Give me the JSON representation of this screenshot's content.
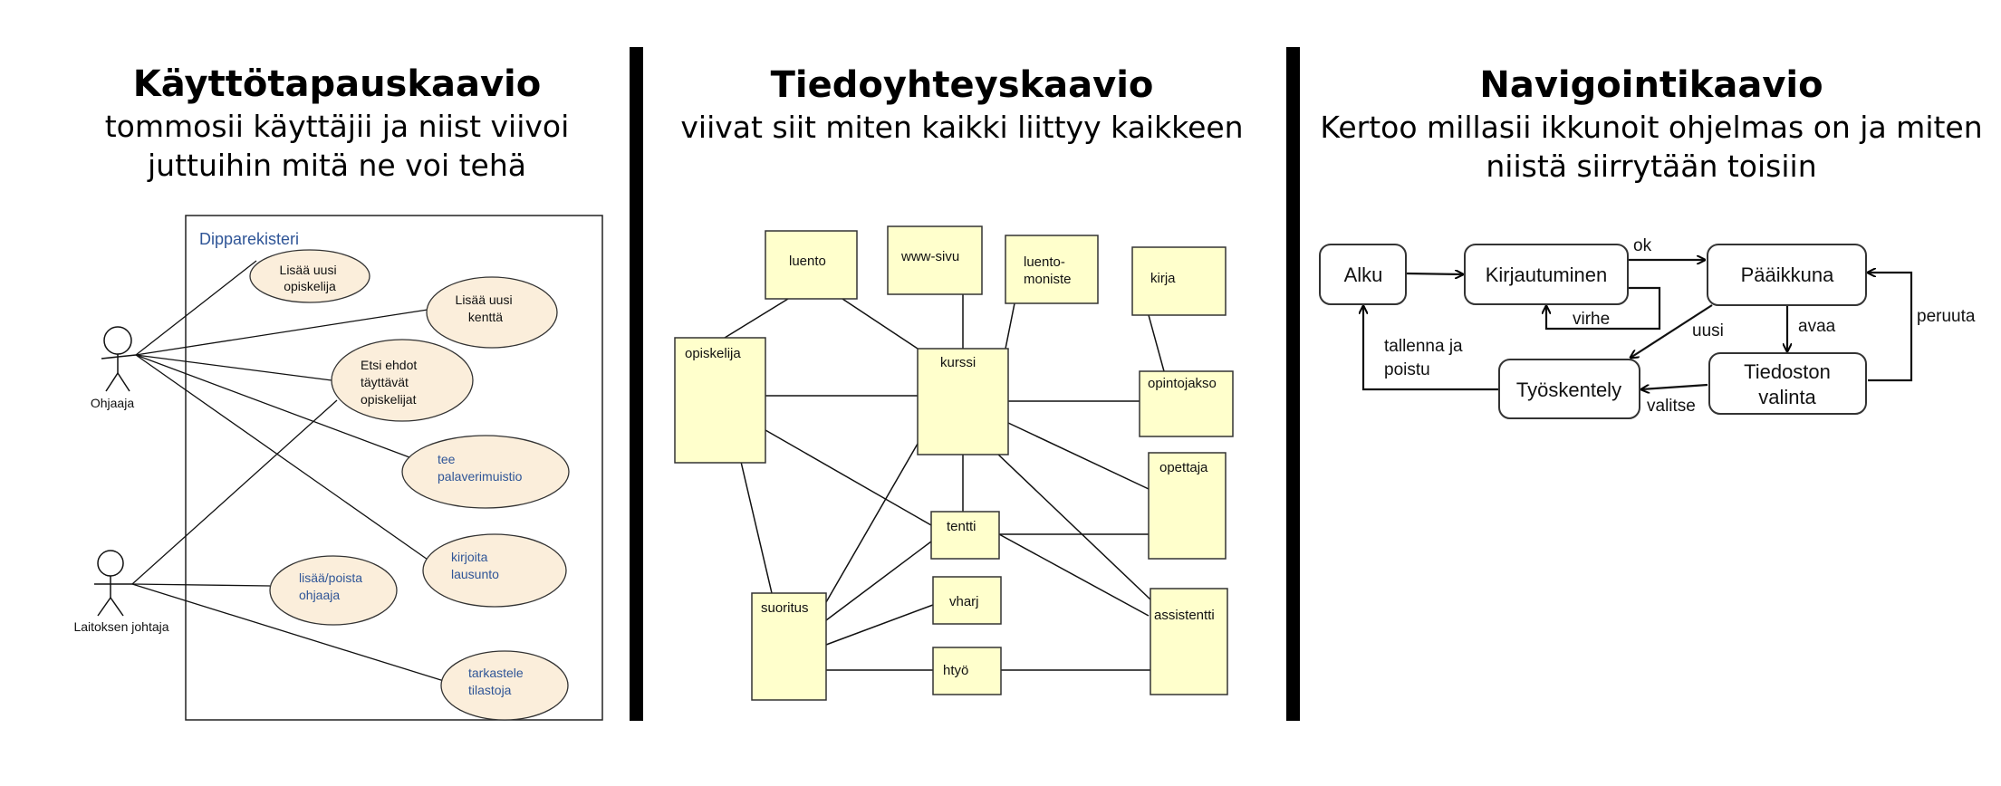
{
  "panels": {
    "usecase": {
      "title": "Käyttötapauskaavio",
      "subtitle_line1": "tommosii käyttäjii ja niist viivoi",
      "subtitle_line2": "juttuihin mitä ne voi tehä"
    },
    "datamodel": {
      "title": "Tiedoyhteyskaavio",
      "subtitle_line1": "viivat siit miten kaikki liittyy kaikkeen"
    },
    "navigation": {
      "title": "Navigointikaavio",
      "subtitle_line1": "Kertoo millasii ikkunoit ohjelmas on ja miten",
      "subtitle_line2": "niistä siirrytään toisiin"
    }
  },
  "usecase_diagram": {
    "system_name": "Dipparekisteri",
    "actors": {
      "ohjaaja": "Ohjaaja",
      "johtaja": "Laitoksen johtaja"
    },
    "use_cases": {
      "uc1": [
        "Lisää uusi",
        "opiskelija"
      ],
      "uc2": [
        "Lisää uusi",
        "kenttä"
      ],
      "uc3": [
        "Etsi ehdot",
        "täyttävät",
        "opiskelijat"
      ],
      "uc4": [
        "tee",
        "palaverimuistio"
      ],
      "uc5": [
        "kirjoita",
        "lausunto"
      ],
      "uc6": [
        "lisää/poista",
        "ohjaaja"
      ],
      "uc7": [
        "tarkastele",
        "tilastoja"
      ]
    },
    "colors": {
      "ellipse_fill": "#fbeedb",
      "system_label": "#2f5597"
    }
  },
  "data_diagram": {
    "entities": {
      "luento": [
        "luento"
      ],
      "wwwsivu": [
        "www-sivu"
      ],
      "monisteet": [
        "luento-",
        "moniste"
      ],
      "kirja": [
        "kirja"
      ],
      "opiskelija": [
        "opiskelija"
      ],
      "kurssi": [
        "kurssi"
      ],
      "opintojakso": [
        "opintojakso"
      ],
      "opettaja": [
        "opettaja"
      ],
      "tentti": [
        "tentti"
      ],
      "suoritus": [
        "suoritus"
      ],
      "vharj": [
        "vharj"
      ],
      "htyo": [
        "htyö"
      ],
      "assistentti": [
        "assistentti"
      ]
    },
    "colors": {
      "box_fill": "#ffffcc"
    }
  },
  "nav_diagram": {
    "nodes": {
      "alku": [
        "Alku"
      ],
      "kirjautuminen": [
        "Kirjautuminen"
      ],
      "paaikkuna": [
        "Pääikkuna"
      ],
      "tyoskentely": [
        "Työskentely"
      ],
      "tiedoston": [
        "Tiedoston",
        "valinta"
      ]
    },
    "edge_labels": {
      "ok": "ok",
      "virhe": "virhe",
      "uusi": "uusi",
      "avaa": "avaa",
      "peruuta": "peruuta",
      "valitse": "valitse",
      "tallenna1": "tallenna ja",
      "tallenna2": "poistu"
    }
  }
}
